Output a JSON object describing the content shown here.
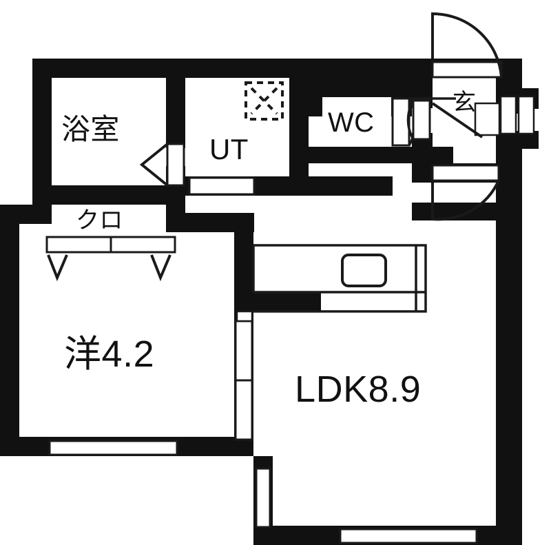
{
  "plan": {
    "type": "japanese-apartment-floor-plan",
    "layout_code": "1LDK",
    "wall_color": "#111111",
    "floor_color": "#ffffff",
    "line_color": "#1a1a1a"
  },
  "rooms": [
    {
      "id": "bathroom",
      "label": "浴室",
      "name": "bathroom-unit-bath"
    },
    {
      "id": "utility",
      "label": "UT",
      "name": "utility-laundry-room"
    },
    {
      "id": "toilet",
      "label": "WC",
      "name": "toilet-water-closet"
    },
    {
      "id": "entrance",
      "label": "玄",
      "name": "entrance-genkan"
    },
    {
      "id": "closet",
      "label": "クロ",
      "name": "closet-kuro"
    },
    {
      "id": "bedroom",
      "label": "洋4.2",
      "name": "western-style-bedroom"
    },
    {
      "id": "living",
      "label": "LDK8.9",
      "name": "living-dining-kitchen"
    }
  ],
  "fixtures": [
    {
      "id": "washer-pan",
      "name": "washing-machine-pan"
    },
    {
      "id": "kitchen-sink",
      "name": "kitchen-sink"
    },
    {
      "id": "kitchen-counter",
      "name": "kitchen-counter"
    }
  ],
  "openings": [
    {
      "id": "front-door",
      "name": "entrance-front-door"
    },
    {
      "id": "entry-door-north",
      "name": "entry-swing-door-north"
    },
    {
      "id": "entry-door-south",
      "name": "entry-swing-door-south"
    },
    {
      "id": "wc-door",
      "name": "toilet-swing-door"
    },
    {
      "id": "bath-door",
      "name": "bathroom-folding-door"
    },
    {
      "id": "ut-door",
      "name": "utility-door"
    },
    {
      "id": "closet-door-left",
      "name": "closet-folding-door-left"
    },
    {
      "id": "closet-door-right",
      "name": "closet-folding-door-right"
    },
    {
      "id": "bedroom-sliding-door",
      "name": "bedroom-ldk-sliding-door"
    },
    {
      "id": "bedroom-window",
      "name": "bedroom-window-south"
    },
    {
      "id": "ldk-window-south",
      "name": "ldk-window-south"
    },
    {
      "id": "ldk-window-west",
      "name": "ldk-window-west"
    }
  ]
}
